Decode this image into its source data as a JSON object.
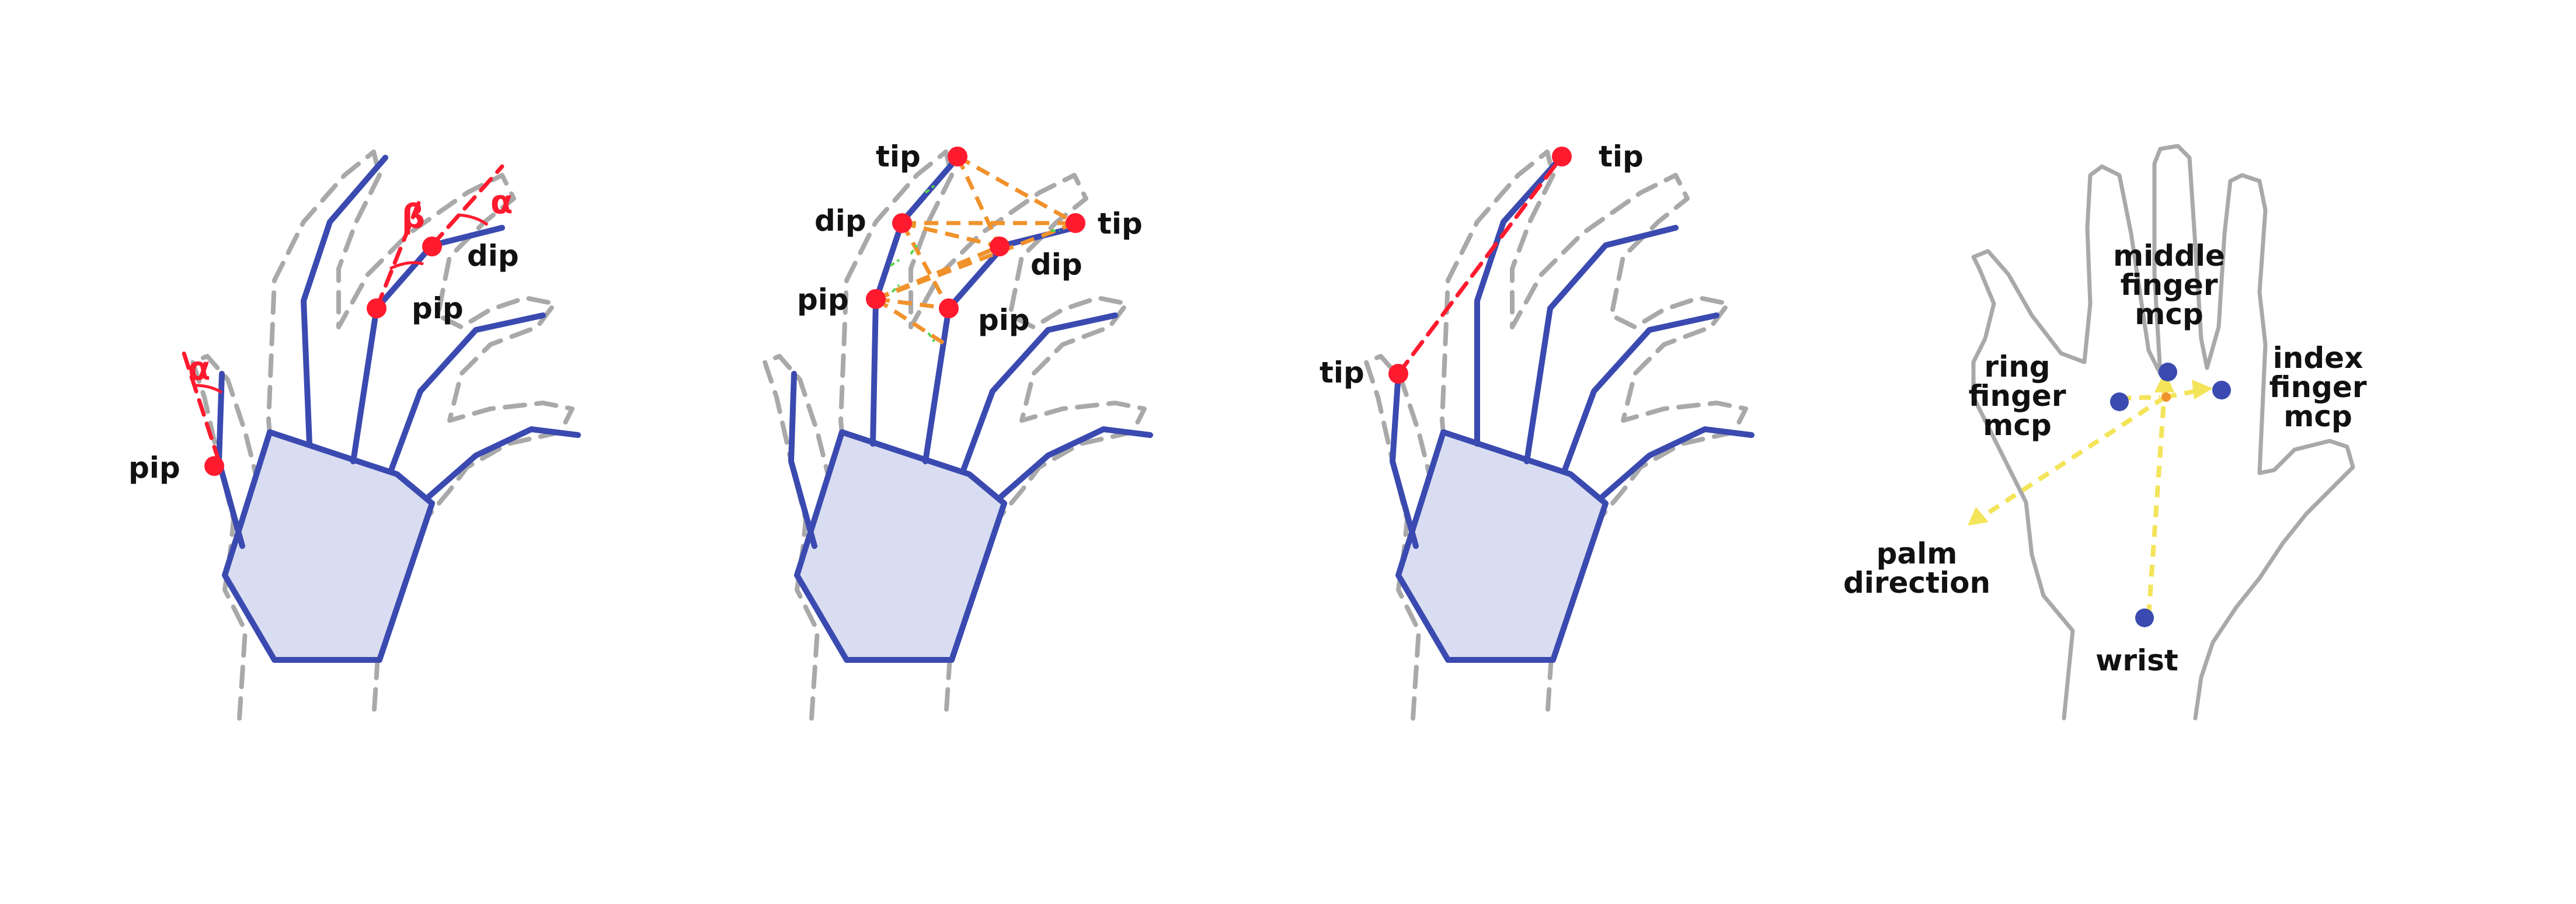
{
  "panel1": {
    "labels": {
      "pip_thumb": "pip",
      "pip_index": "pip",
      "dip_index": "dip",
      "alpha_thumb": "α",
      "beta_index": "β",
      "alpha_index": "α"
    }
  },
  "panel2": {
    "labels": {
      "tip_index": "tip",
      "dip_index": "dip",
      "pip_index": "pip",
      "tip_middle": "tip",
      "dip_middle": "dip",
      "pip_middle": "pip"
    }
  },
  "panel3": {
    "labels": {
      "tip_index": "tip",
      "tip_thumb": "tip"
    }
  },
  "panel4": {
    "labels": {
      "middle_mcp": [
        "middle",
        "finger",
        "mcp"
      ],
      "ring_mcp": [
        "ring",
        "finger",
        "mcp"
      ],
      "index_mcp": [
        "index",
        "finger",
        "mcp"
      ],
      "palm_direction": [
        "palm",
        "direction"
      ],
      "wrist": "wrist"
    }
  },
  "colors": {
    "bone": "#3a4ab0",
    "palm_fill": "#d9ddf1",
    "joint": "#ff1a2e",
    "outline": "#a9a9a9",
    "distance": "#f0922c",
    "vector": "#f4e45a"
  }
}
